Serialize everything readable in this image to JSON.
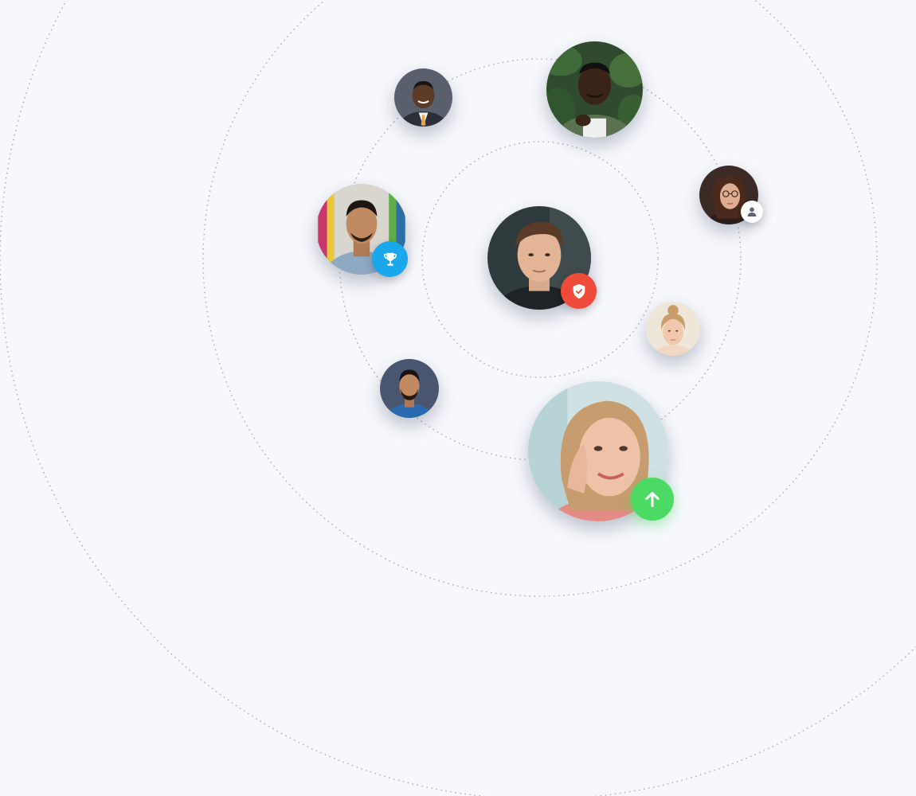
{
  "colors": {
    "background": "#f6f8fc",
    "ring": "#a9aeb8",
    "badge_trophy": "#1aa7ec",
    "badge_shield": "#f04b3a",
    "badge_upvote": "#4cd964",
    "badge_user": "#ffffff"
  },
  "avatars": [
    {
      "name": "avatar-center-man",
      "badge": "shield-icon"
    },
    {
      "name": "avatar-top-man-suit"
    },
    {
      "name": "avatar-top-man-jungle"
    },
    {
      "name": "avatar-left-man-surf",
      "badge": "trophy-icon"
    },
    {
      "name": "avatar-right-woman-glasses",
      "badge": "user-icon"
    },
    {
      "name": "avatar-right-woman-blonde"
    },
    {
      "name": "avatar-left-man-beard"
    },
    {
      "name": "avatar-bottom-woman-smile",
      "badge": "arrow-up-icon"
    }
  ]
}
